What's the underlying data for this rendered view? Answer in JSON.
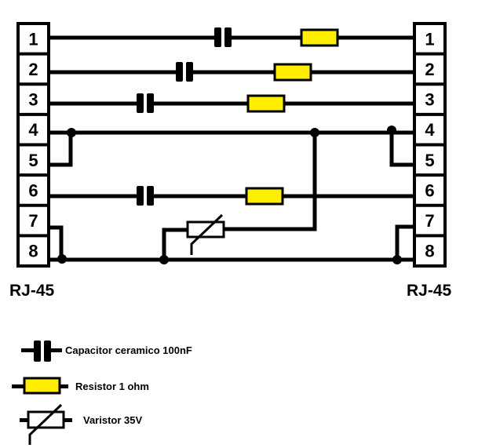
{
  "diagram": {
    "type": "circuit-schematic",
    "connectors": [
      {
        "id": "left",
        "label": "RJ-45",
        "pins": [
          "1",
          "2",
          "3",
          "4",
          "5",
          "6",
          "7",
          "8"
        ]
      },
      {
        "id": "right",
        "label": "RJ-45",
        "pins": [
          "1",
          "2",
          "3",
          "4",
          "5",
          "6",
          "7",
          "8"
        ]
      }
    ],
    "lines": [
      {
        "pin": "1",
        "components": [
          "capacitor",
          "resistor"
        ]
      },
      {
        "pin": "2",
        "components": [
          "capacitor",
          "resistor"
        ]
      },
      {
        "pin": "3",
        "components": [
          "capacitor",
          "resistor"
        ]
      },
      {
        "pin": "4",
        "components": [],
        "note": "common line, bridged to pin 5 on both ends"
      },
      {
        "pin": "6",
        "components": [
          "capacitor",
          "resistor"
        ]
      },
      {
        "pin": "8",
        "components": [],
        "note": "common line, bridged to pin 7 on both ends"
      }
    ],
    "shunt": {
      "component": "varistor",
      "between": [
        "4",
        "8"
      ]
    },
    "colors": {
      "wire": "#000000",
      "resistor_fill": "#ffee00",
      "background": "#ffffff"
    }
  },
  "legend": [
    {
      "symbol": "capacitor",
      "label": "Capacitor ceramico 100nF"
    },
    {
      "symbol": "resistor",
      "label": "Resistor 1 ohm"
    },
    {
      "symbol": "varistor",
      "label": "Varistor 35V"
    }
  ]
}
